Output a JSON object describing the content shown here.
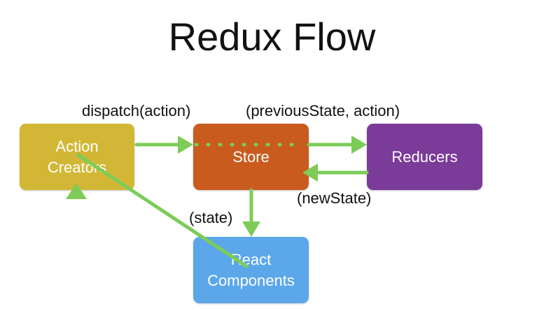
{
  "title": "Redux Flow",
  "nodes": {
    "action_creators": "Action\nCreators",
    "store": "Store",
    "reducers": "Reducers",
    "react_components": "React\nComponents"
  },
  "edge_labels": {
    "dispatch": "dispatch(action)",
    "previous_state": "(previousState, action)",
    "new_state": "(newState)",
    "state": "(state)"
  },
  "colors": {
    "action_creators": "#d2b736",
    "store": "#ca5b1f",
    "reducers": "#7a3b99",
    "react_components": "#5ba7ea",
    "arrow": "#7ccc57"
  }
}
